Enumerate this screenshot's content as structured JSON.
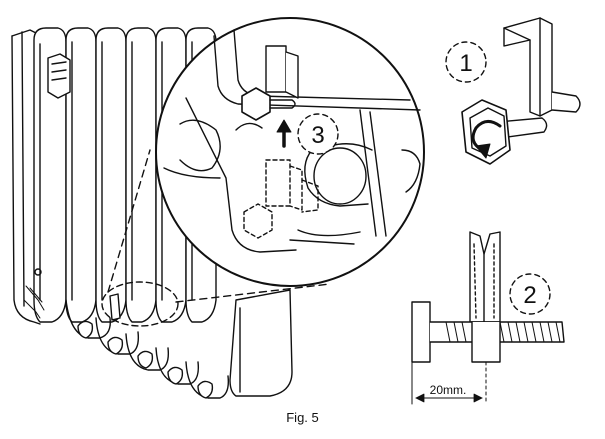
{
  "figure": {
    "caption": "Fig. 5",
    "callouts": {
      "step1": "1",
      "step2": "2",
      "step3": "3"
    },
    "dimension_label": "20mm."
  }
}
